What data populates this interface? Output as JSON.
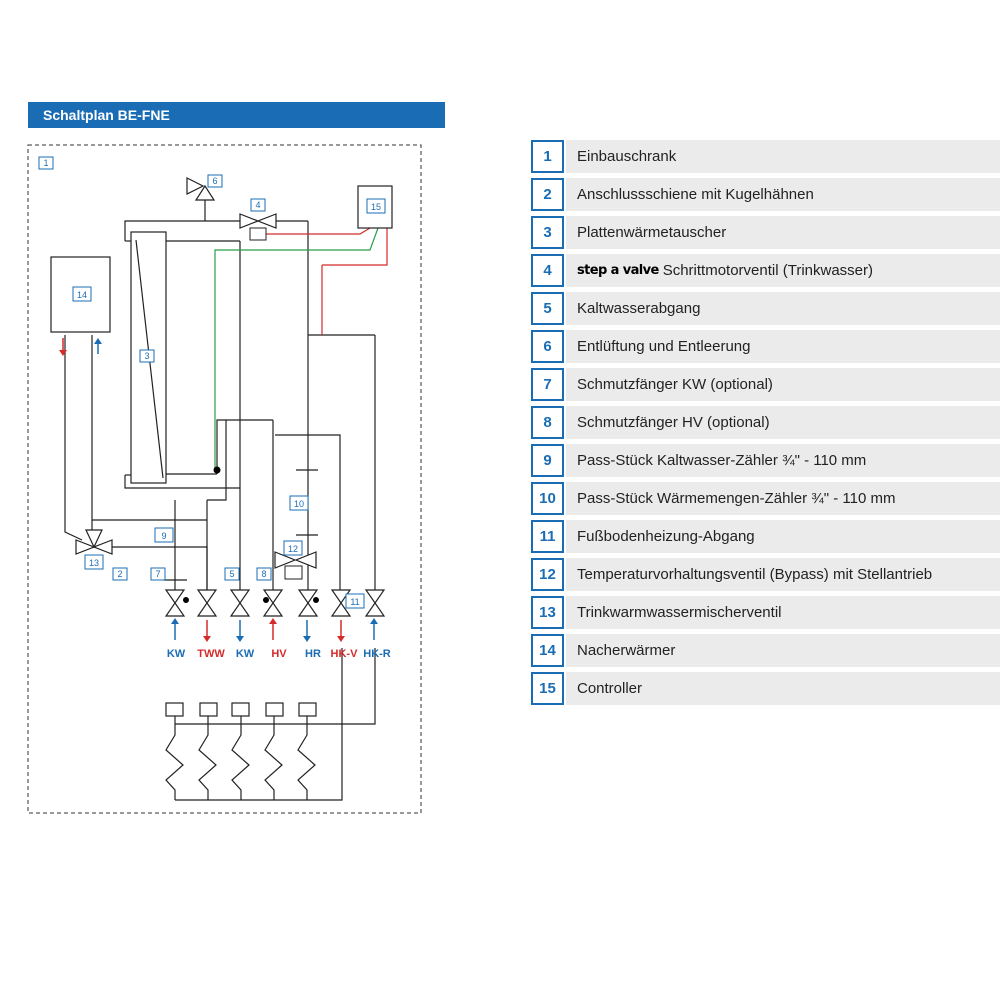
{
  "title": "Schaltplan BE-FNE",
  "colors": {
    "accent": "#1a6db5",
    "hot": "#d52b2b",
    "cold": "#1a6db5",
    "signal": "#2a9d48"
  },
  "diagram": {
    "box_labels": [
      "1",
      "2",
      "3",
      "4",
      "5",
      "6",
      "7",
      "8",
      "9",
      "10",
      "11",
      "12",
      "13",
      "14",
      "15"
    ],
    "ports": [
      {
        "label": "KW",
        "type": "cold"
      },
      {
        "label": "TWW",
        "type": "hot"
      },
      {
        "label": "KW",
        "type": "cold"
      },
      {
        "label": "HV",
        "type": "hot"
      },
      {
        "label": "HR",
        "type": "cold"
      },
      {
        "label": "HK-V",
        "type": "hot"
      },
      {
        "label": "HK-R",
        "type": "cold"
      }
    ]
  },
  "legend": [
    {
      "num": "1",
      "text": "Einbauschrank"
    },
    {
      "num": "2",
      "text": "Anschlussschiene mit Kugelhähnen"
    },
    {
      "num": "3",
      "text": "Plattenwärmetauscher"
    },
    {
      "num": "4",
      "brand": "step a valve",
      "text": "Schrittmotorventil (Trinkwasser)"
    },
    {
      "num": "5",
      "text": "Kaltwasserabgang"
    },
    {
      "num": "6",
      "text": "Entlüftung und Entleerung"
    },
    {
      "num": "7",
      "text": "Schmutzfänger KW (optional)"
    },
    {
      "num": "8",
      "text": "Schmutzfänger HV (optional)"
    },
    {
      "num": "9",
      "text": "Pass-Stück Kaltwasser-Zähler ¾\" - 110 mm"
    },
    {
      "num": "10",
      "text": "Pass-Stück Wärmemengen-Zähler ¾\" - 110 mm"
    },
    {
      "num": "11",
      "text": "Fußbodenheizung-Abgang"
    },
    {
      "num": "12",
      "text": "Temperaturvorhaltungsventil (Bypass) mit Stellantrieb"
    },
    {
      "num": "13",
      "text": "Trinkwarmwassermischerventil"
    },
    {
      "num": "14",
      "text": "Nacherwärmer"
    },
    {
      "num": "15",
      "text": "Controller"
    }
  ]
}
